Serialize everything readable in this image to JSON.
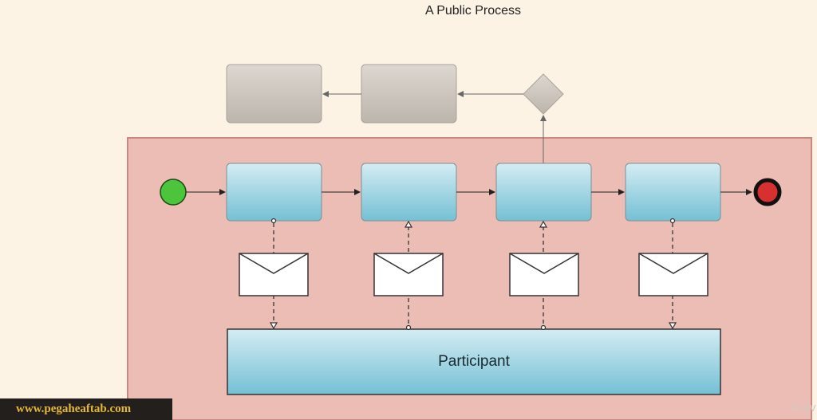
{
  "diagram": {
    "title": "A Public Process",
    "participant_label": "Participant",
    "watermark": "www.pegaheaftab.com",
    "activation_text": "Activ",
    "colors": {
      "background": "#fcf3e4",
      "pool": "#ecbdb4",
      "pool_border": "#c98882",
      "task_top": "#d4ecf3",
      "task_bottom": "#74c0d4",
      "private_task": "#c7c1b9",
      "start_event": "#4cc43c",
      "end_event": "#d63030"
    },
    "nodes": [
      {
        "id": "start",
        "type": "start-event"
      },
      {
        "id": "task1",
        "type": "task"
      },
      {
        "id": "task2",
        "type": "task"
      },
      {
        "id": "task3",
        "type": "task"
      },
      {
        "id": "task4",
        "type": "task"
      },
      {
        "id": "end",
        "type": "end-event"
      },
      {
        "id": "gateway",
        "type": "gateway"
      },
      {
        "id": "private1",
        "type": "private-task"
      },
      {
        "id": "private2",
        "type": "private-task"
      }
    ],
    "messages": [
      {
        "task": "task1",
        "direction": "to-participant"
      },
      {
        "task": "task2",
        "direction": "from-participant"
      },
      {
        "task": "task3",
        "direction": "from-participant"
      },
      {
        "task": "task4",
        "direction": "to-participant"
      }
    ]
  }
}
